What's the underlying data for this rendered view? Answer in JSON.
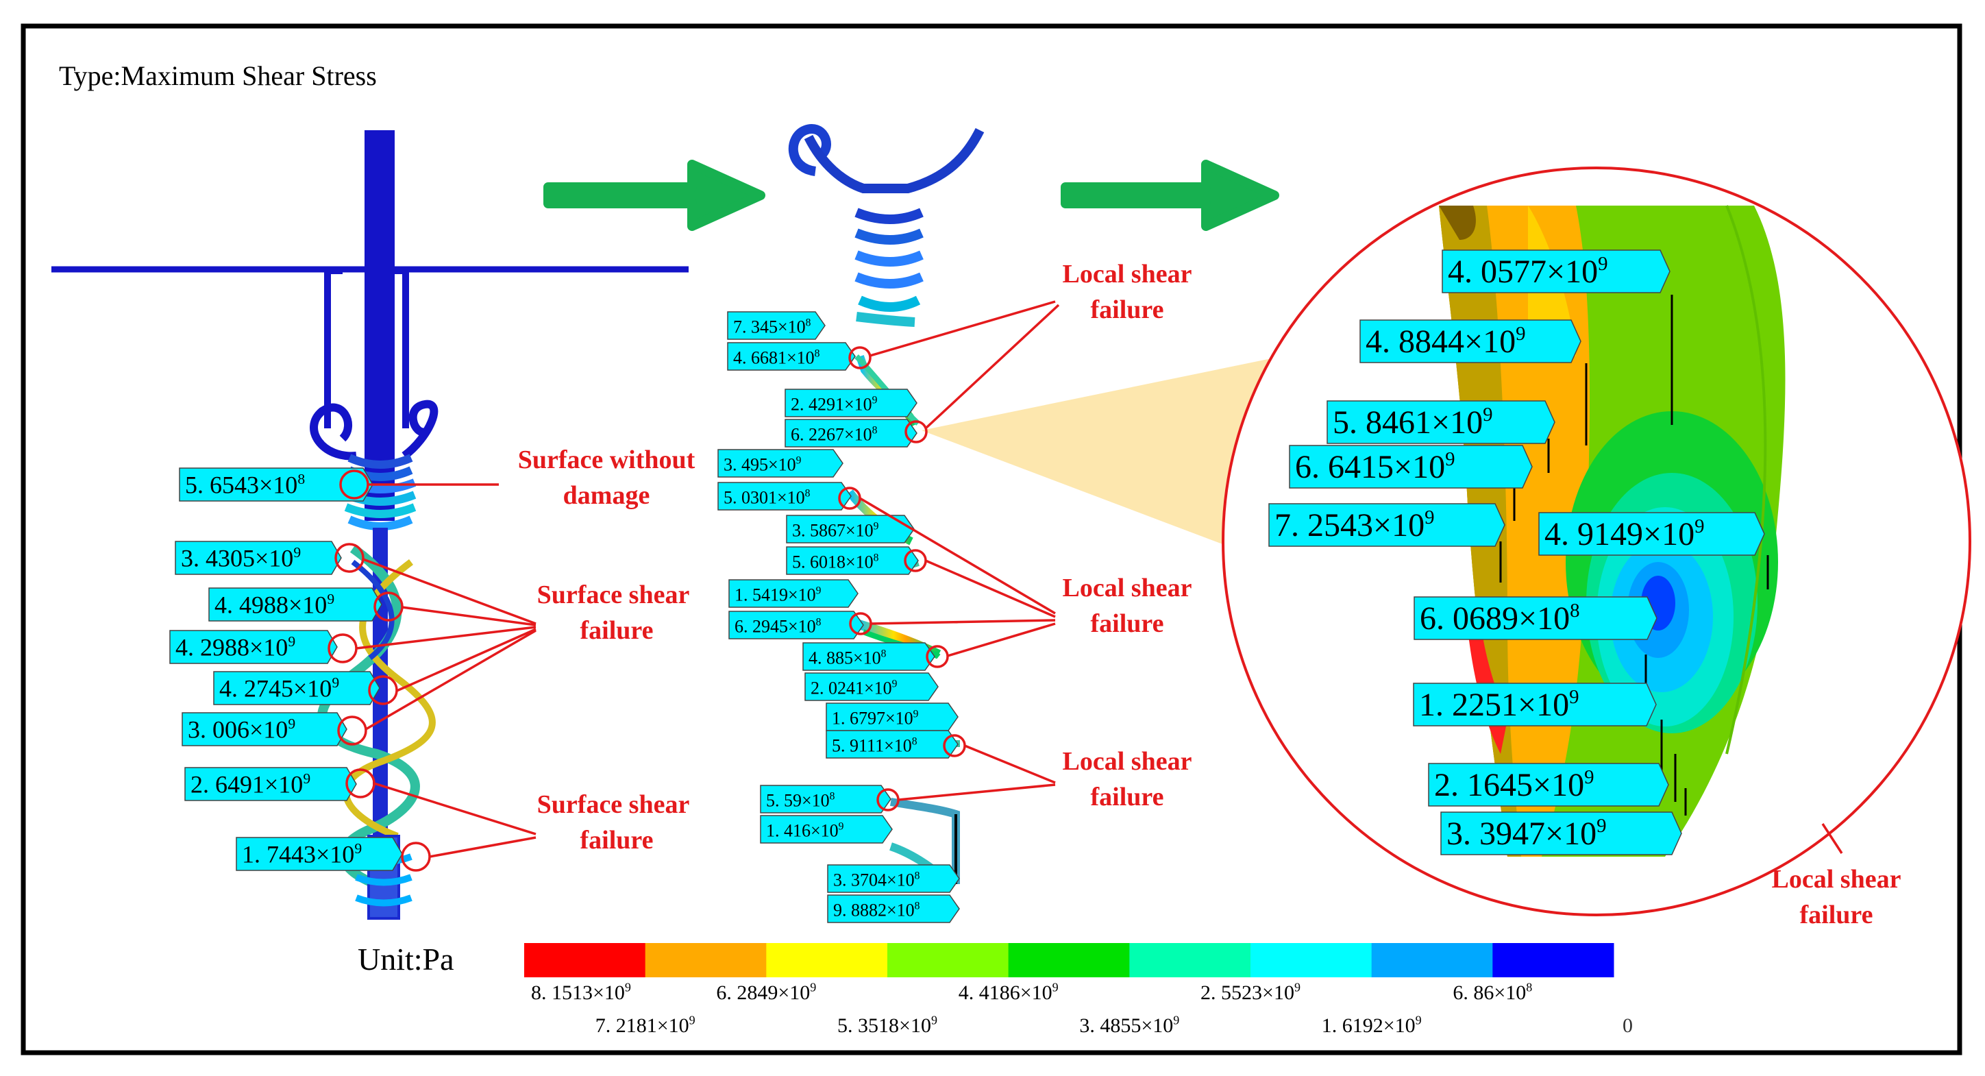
{
  "type_label": "Type:Maximum Shear Stress",
  "unit_label": "Unit:Pa",
  "colors": {
    "callout_fill": "#00f0ff",
    "annotation_red": "#e41a1c",
    "arrow_green": "#17b050",
    "spring_blue": "#1414c8",
    "zoom_beam": "#fde3a0"
  },
  "scale": {
    "colors": [
      "#ff0000",
      "#ffaa00",
      "#ffff00",
      "#80ff00",
      "#00e000",
      "#00ffb0",
      "#00ffff",
      "#00a8ff",
      "#0000ff"
    ],
    "top_labels": [
      {
        "mant": "8. 1513",
        "exp": "9"
      },
      {
        "mant": "6. 2849",
        "exp": "9"
      },
      {
        "mant": "4. 4186",
        "exp": "9"
      },
      {
        "mant": "2. 5523",
        "exp": "9"
      },
      {
        "mant": "6. 86",
        "exp": "8"
      }
    ],
    "bottom_labels": [
      {
        "mant": "7. 2181",
        "exp": "9"
      },
      {
        "mant": "5. 3518",
        "exp": "9"
      },
      {
        "mant": "3. 4855",
        "exp": "9"
      },
      {
        "mant": "1. 6192",
        "exp": "9"
      }
    ],
    "zero_label": "0"
  },
  "left_callouts": [
    {
      "mant": "5. 6543",
      "exp": "8"
    },
    {
      "mant": "3. 4305",
      "exp": "9"
    },
    {
      "mant": "4. 4988",
      "exp": "9"
    },
    {
      "mant": "4. 2988",
      "exp": "9"
    },
    {
      "mant": "4. 2745",
      "exp": "9"
    },
    {
      "mant": "3. 006",
      "exp": "9"
    },
    {
      "mant": "2. 6491",
      "exp": "9"
    },
    {
      "mant": "1. 7443",
      "exp": "9"
    }
  ],
  "middle_callouts": [
    {
      "mant": "7. 345",
      "exp": "8"
    },
    {
      "mant": "4. 6681",
      "exp": "8"
    },
    {
      "mant": "2. 4291",
      "exp": "9"
    },
    {
      "mant": "6. 2267",
      "exp": "8"
    },
    {
      "mant": "3. 495",
      "exp": "9"
    },
    {
      "mant": "5. 0301",
      "exp": "8"
    },
    {
      "mant": "3. 5867",
      "exp": "9"
    },
    {
      "mant": "5. 6018",
      "exp": "8"
    },
    {
      "mant": "1. 5419",
      "exp": "9"
    },
    {
      "mant": "6. 2945",
      "exp": "8"
    },
    {
      "mant": "4. 885",
      "exp": "8"
    },
    {
      "mant": "2. 0241",
      "exp": "9"
    },
    {
      "mant": "1. 6797",
      "exp": "9"
    },
    {
      "mant": "5. 9111",
      "exp": "8"
    },
    {
      "mant": "5. 59",
      "exp": "8"
    },
    {
      "mant": "1. 416",
      "exp": "9"
    },
    {
      "mant": "3. 3704",
      "exp": "8"
    },
    {
      "mant": "9. 8882",
      "exp": "8"
    }
  ],
  "zoom_callouts": [
    {
      "mant": "4. 0577",
      "exp": "9"
    },
    {
      "mant": "4. 8844",
      "exp": "9"
    },
    {
      "mant": "5. 8461",
      "exp": "9"
    },
    {
      "mant": "6. 6415",
      "exp": "9"
    },
    {
      "mant": "7. 2543",
      "exp": "9"
    },
    {
      "mant": "4. 9149",
      "exp": "9"
    },
    {
      "mant": "6. 0689",
      "exp": "8"
    },
    {
      "mant": "1. 2251",
      "exp": "9"
    },
    {
      "mant": "2. 1645",
      "exp": "9"
    },
    {
      "mant": "3. 3947",
      "exp": "9"
    }
  ],
  "annotations": {
    "surface_without_damage": [
      "Surface without",
      "damage"
    ],
    "surface_shear_failure_1": [
      "Surface shear",
      "failure"
    ],
    "surface_shear_failure_2": [
      "Surface shear",
      "failure"
    ],
    "local_shear_failure_1": [
      "Local shear",
      "failure"
    ],
    "local_shear_failure_2": [
      "Local shear",
      "failure"
    ],
    "local_shear_failure_3": [
      "Local shear",
      "failure"
    ],
    "local_shear_failure_4": [
      "Local shear",
      "failure"
    ]
  }
}
